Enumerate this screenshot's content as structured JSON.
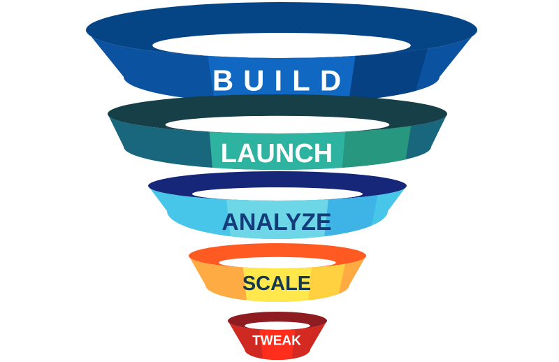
{
  "diagram": {
    "type": "funnel",
    "stages": [
      {
        "label": "BUILD",
        "colors": {
          "top": "#064585",
          "band": "#0b52a0",
          "center": "#1068c2",
          "right": "#064283",
          "text": "#ffffff"
        }
      },
      {
        "label": "LAUNCH",
        "colors": {
          "top": "#163f47",
          "band": "#19677d",
          "center": "#2db3a0",
          "right": "#27977f",
          "text": "#ffffff"
        }
      },
      {
        "label": "ANALYZE",
        "colors": {
          "top": "#16277a",
          "band": "#48c6ea",
          "center": "#6dd7e8",
          "right": "#3db4e5",
          "text": "#123d7a"
        }
      },
      {
        "label": "SCALE",
        "colors": {
          "top": "#ff5a22",
          "band": "#ffab43",
          "center": "#ffe74c",
          "right": "#ffd040",
          "text": "#13384f"
        }
      },
      {
        "label": "TWEAK",
        "colors": {
          "top": "#8e1c20",
          "band": "#cf2a22",
          "center": "#ff2d1c",
          "right": "#d42a22",
          "text": "#ffffff"
        }
      }
    ]
  }
}
